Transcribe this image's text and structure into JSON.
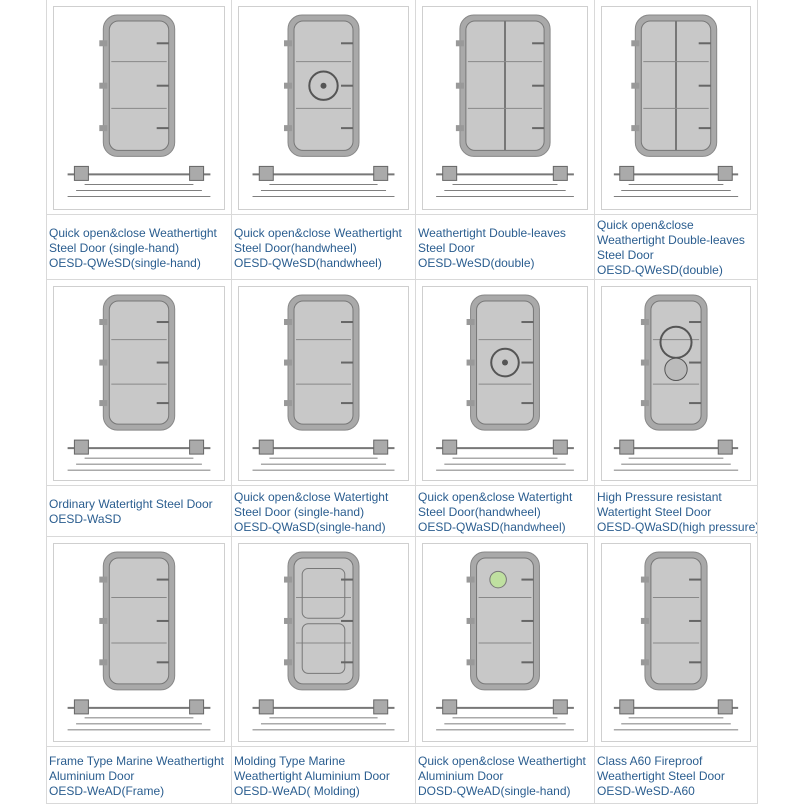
{
  "products": [
    {
      "lines": [
        "Quick open&close Weathertight",
        "Steel Door (single-hand)",
        "OESD-QWeSD(single-hand)"
      ],
      "icon": "single-hand-door-drawing"
    },
    {
      "lines": [
        "Quick open&close Weathertight",
        "Steel Door(handwheel)",
        "OESD-QWeSD(handwheel)"
      ],
      "icon": "handwheel-door-drawing"
    },
    {
      "lines": [
        "Weathertight Double-leaves",
        "Steel Door",
        "OESD-WeSD(double)"
      ],
      "icon": "double-leaf-door-drawing"
    },
    {
      "lines": [
        "Quick open&close",
        "Weathertight Double-leaves",
        "Steel Door",
        "OESD-QWeSD(double)"
      ],
      "icon": "quick-double-leaf-door-drawing"
    },
    {
      "lines": [
        "Ordinary Watertight Steel Door",
        "OESD-WaSD"
      ],
      "icon": "watertight-door-drawing"
    },
    {
      "lines": [
        "Quick open&close Watertight",
        "Steel Door (single-hand)",
        "OESD-QWaSD(single-hand)"
      ],
      "icon": "single-hand-watertight-door-drawing"
    },
    {
      "lines": [
        "Quick open&close Watertight",
        "Steel Door(handwheel)",
        "OESD-QWaSD(handwheel)"
      ],
      "icon": "handwheel-watertight-door-drawing"
    },
    {
      "lines": [
        "High Pressure resistant",
        "Watertight Steel Door",
        "OESD-QWaSD(high pressure)"
      ],
      "icon": "high-pressure-door-drawing"
    },
    {
      "lines": [
        "Frame Type Marine Weathertight",
        "Aluminium Door",
        "OESD-WeAD(Frame)"
      ],
      "icon": "frame-aluminium-door-drawing"
    },
    {
      "lines": [
        "Molding  Type Marine",
        "Weathertight Aluminium Door",
        "OESD-WeAD( Molding)"
      ],
      "icon": "molding-aluminium-door-drawing"
    },
    {
      "lines": [
        "Quick open&close Weathertight",
        "Aluminium Door",
        "DOSD-QWeAD(single-hand)"
      ],
      "icon": "quick-aluminium-door-drawing"
    },
    {
      "lines": [
        "Class A60 Fireproof",
        "Weathertight Steel Door",
        "OESD-WeSD-A60"
      ],
      "icon": "a60-fireproof-door-drawing"
    }
  ],
  "colors": {
    "caption_text": "#2a5d8f",
    "grid_line": "#d9d9d9",
    "door_fill": "#c8c8c8",
    "door_frame": "#a9a9a9",
    "porthole": "#bfe0a0"
  }
}
